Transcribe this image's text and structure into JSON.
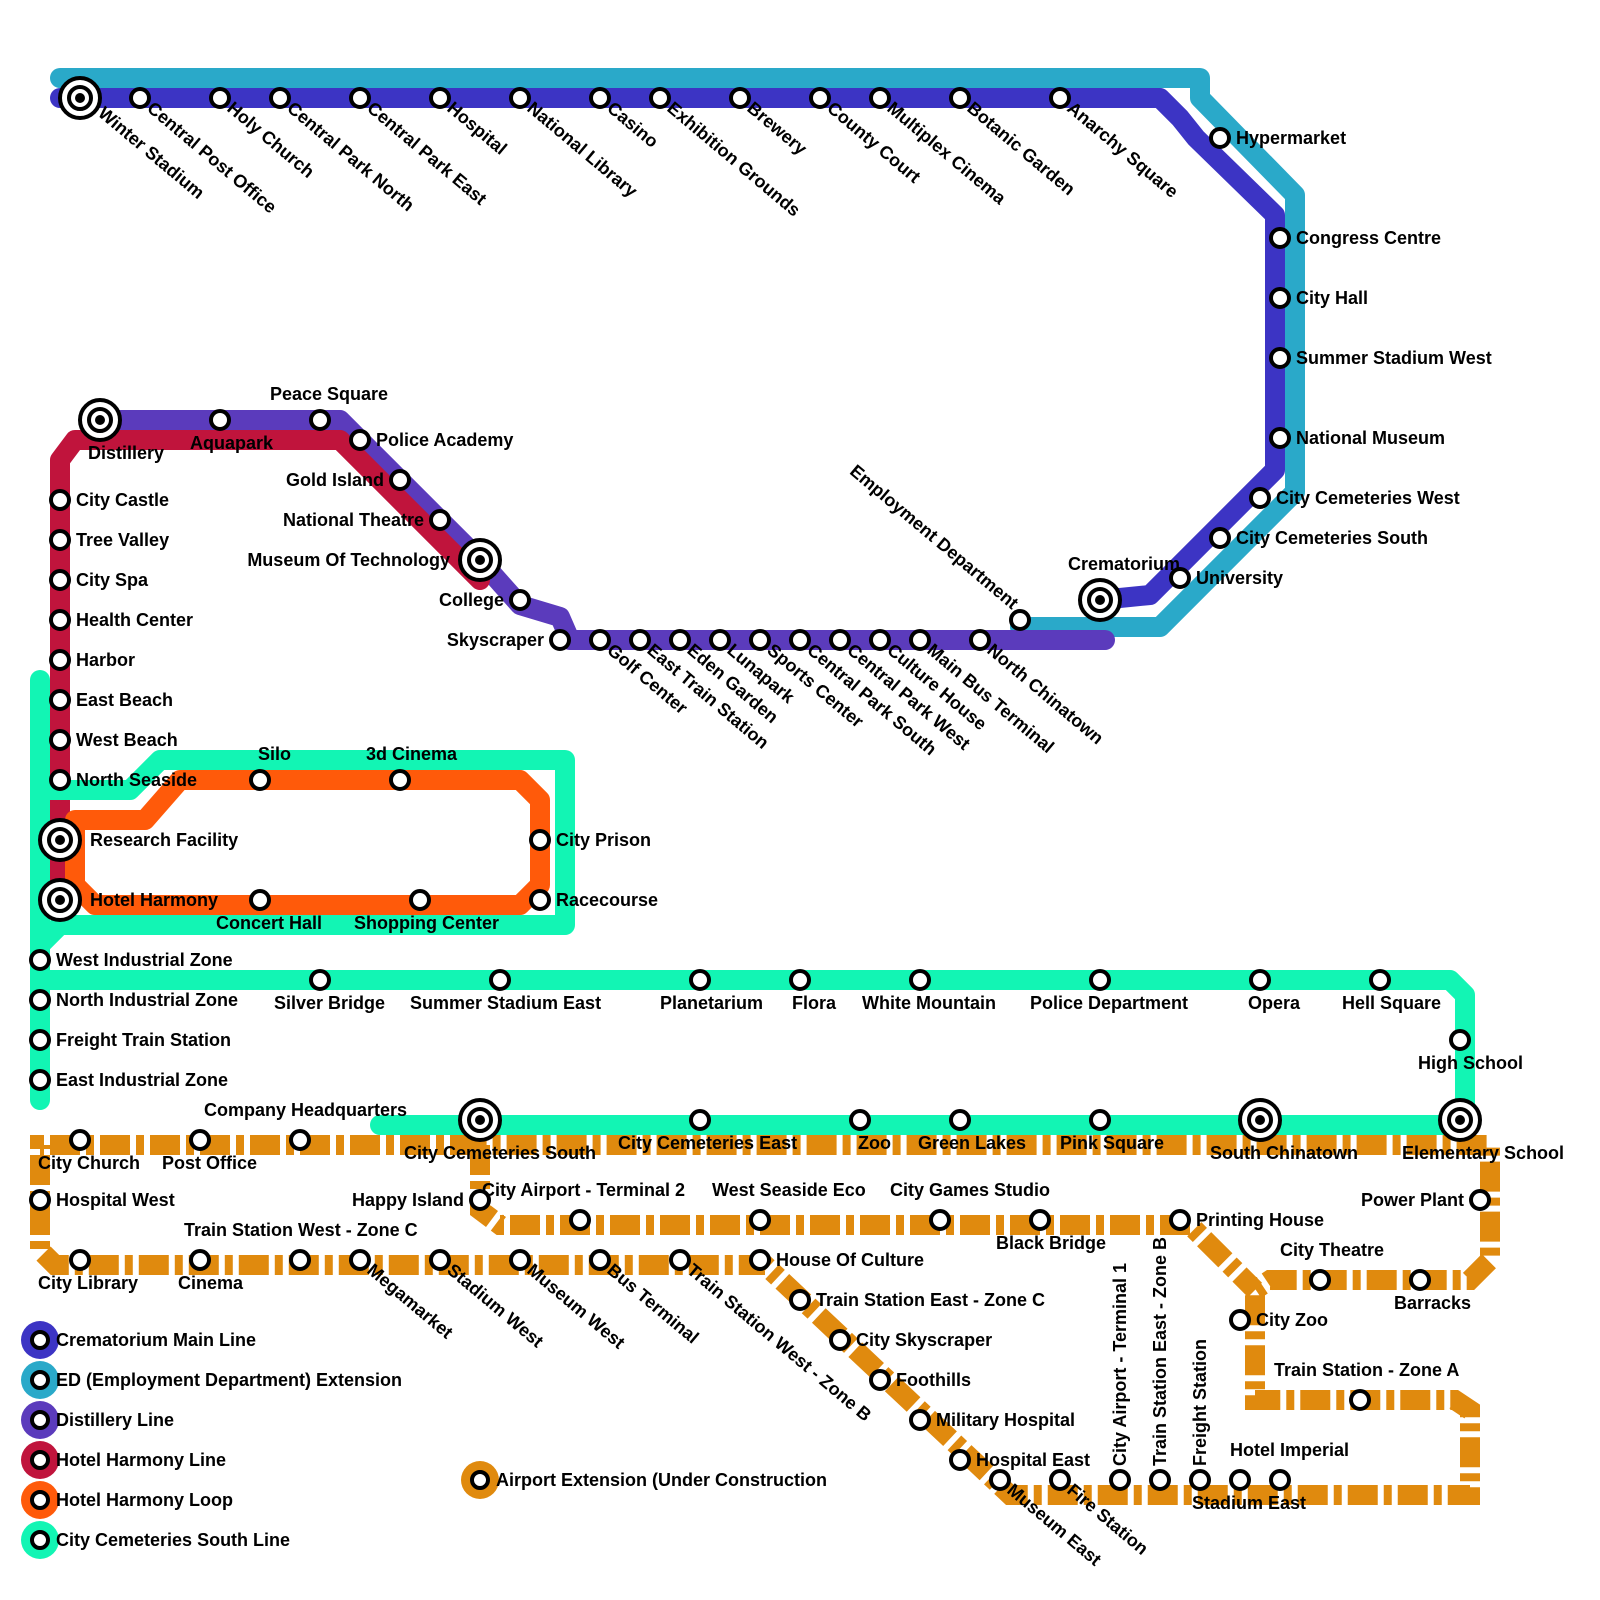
{
  "legend": [
    {
      "label": "Crematorium Main Line",
      "color": "#3c34c4"
    },
    {
      "label": "ED (Employment Department) Extension",
      "color": "#2aa9c9"
    },
    {
      "label": "Distillery Line",
      "color": "#5b3bbc"
    },
    {
      "label": "Hotel Harmony Line",
      "color": "#c0143c"
    },
    {
      "label": "Hotel Harmony Loop",
      "color": "#ff5a0a"
    },
    {
      "label": "City Cemeteries South Line",
      "color": "#12f5b4"
    },
    {
      "label": "Airport Extension (Under Construction",
      "color": "#e08a0e"
    }
  ],
  "lines": {
    "main": {
      "color": "#3c34c4"
    },
    "ed": {
      "color": "#2aa9c9"
    },
    "distillery": {
      "color": "#5b3bbc"
    },
    "harmony_line": {
      "color": "#c0143c"
    },
    "harmony_loop": {
      "color": "#ff5a0a"
    },
    "cemeteries": {
      "color": "#12f5b4"
    },
    "airport": {
      "color": "#e08a0e"
    }
  },
  "stations": {
    "winter_stadium": "Winter Stadium",
    "central_post_office": "Central Post Office",
    "holy_church": "Holy Church",
    "central_park_north": "Central Park North",
    "central_park_east": "Central Park East",
    "hospital": "Hospital",
    "national_library": "National Library",
    "casino": "Casino",
    "exhibition_grounds": "Exhibition Grounds",
    "brewery": "Brewery",
    "county_court": "County Court",
    "multiplex_cinema": "Multiplex Cinema",
    "botanic_garden": "Botanic Garden",
    "anarchy_square": "Anarchy Square",
    "hypermarket": "Hypermarket",
    "congress_centre": "Congress Centre",
    "city_hall": "City Hall",
    "summer_stadium_west": "Summer Stadium West",
    "national_museum": "National Museum",
    "city_cemeteries_west": "City Cemeteries West",
    "city_cemeteries_south_n": "City Cemeteries South",
    "university": "University",
    "crematorium": "Crematorium",
    "employment_department": "Employment Department",
    "peace_square": "Peace Square",
    "distillery": "Distillery",
    "aquapark": "Aquapark",
    "police_academy": "Police Academy",
    "gold_island": "Gold Island",
    "national_theatre": "National Theatre",
    "museum_of_technology": "Museum Of Technology",
    "college": "College",
    "skyscraper": "Skyscraper",
    "golf_center": "Golf Center",
    "east_train_station": "East Train Station",
    "eden_garden": "Eden Garden",
    "lunapark": "Lunapark",
    "sports_center": "Sports Center",
    "central_park_south": "Central Park South",
    "central_park_west": "Central Park West",
    "culture_house": "Culture House",
    "main_bus_terminal": "Main Bus Terminal",
    "north_chinatown": "North Chinatown",
    "city_castle": "City Castle",
    "tree_valley": "Tree Valley",
    "city_spa": "City Spa",
    "health_center": "Health Center",
    "harbor": "Harbor",
    "east_beach": "East Beach",
    "west_beach": "West Beach",
    "north_seaside": "North Seaside",
    "research_facility": "Research Facility",
    "hotel_harmony": "Hotel Harmony",
    "silo": "Silo",
    "cinema_3d": "3d Cinema",
    "city_prison": "City Prison",
    "racecourse": "Racecourse",
    "concert_hall": "Concert Hall",
    "shopping_center": "Shopping Center",
    "west_industrial_zone": "West Industrial Zone",
    "north_industrial_zone": "North Industrial Zone",
    "freight_train_station": "Freight Train Station",
    "east_industrial_zone": "East Industrial Zone",
    "silver_bridge": "Silver Bridge",
    "summer_stadium_east": "Summer Stadium East",
    "planetarium": "Planetarium",
    "flora": "Flora",
    "white_mountain": "White Mountain",
    "police_department": "Police Department",
    "opera": "Opera",
    "hell_square": "Hell Square",
    "high_school": "High School",
    "elementary_school": "Elementary School",
    "south_chinatown": "South Chinatown",
    "pink_square": "Pink Square",
    "green_lakes": "Green Lakes",
    "zoo": "Zoo",
    "city_cemeteries_east": "City Cemeteries East",
    "city_cemeteries_south_s": "City Cemeteries South",
    "company_headquarters": "Company Headquarters",
    "post_office": "Post Office",
    "city_church": "City Church",
    "hospital_west": "Hospital West",
    "city_library": "City Library",
    "cinema": "Cinema",
    "train_station_west_c": "Train Station West -  Zone C",
    "megamarket": "Megamarket",
    "stadium_west": "Stadium West",
    "museum_west": "Museum West",
    "bus_terminal": "Bus Terminal",
    "train_station_west_b": "Train Station West - Zone B",
    "house_of_culture": "House Of Culture",
    "happy_island": "Happy Island",
    "city_airport_t2": "City Airport - Terminal 2",
    "west_seaside_eco": "West Seaside Eco",
    "city_games_studio": "City Games Studio",
    "black_bridge": "Black Bridge",
    "printing_house": "Printing House",
    "train_station_east_c": "Train Station East - Zone C",
    "city_skyscraper": "City Skyscraper",
    "foothills": "Foothills",
    "military_hospital": "Military Hospital",
    "hospital_east": "Hospital East",
    "museum_east": "Museum East",
    "fire_station": "Fire Station",
    "city_airport_t1": "City Airport - Terminal 1",
    "train_station_east_b": "Train Station East - Zone B",
    "freight_station": "Freight Station",
    "stadium_east": "Stadium East",
    "hotel_imperial": "Hotel Imperial",
    "train_station_a": "Train Station - Zone A",
    "city_zoo": "City Zoo",
    "city_theatre": "City Theatre",
    "barracks": "Barracks",
    "power_plant": "Power Plant"
  }
}
